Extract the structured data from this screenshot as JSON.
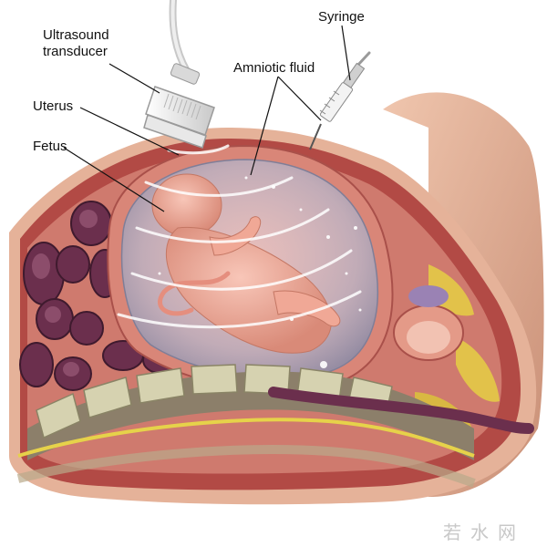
{
  "labels": {
    "ultrasound_transducer_line1": "Ultrasound",
    "ultrasound_transducer_line2": "transducer",
    "uterus": "Uterus",
    "fetus": "Fetus",
    "amniotic_fluid": "Amniotic fluid",
    "syringe": "Syringe"
  },
  "watermark": "若水网",
  "colors": {
    "skin": "#e7b49a",
    "muscle": "#b24a45",
    "uterus_wall": "#d98678",
    "amniotic_sac": "#c9c8d8",
    "fetus": "#efa390",
    "intestine": "#6b2f4d",
    "spine_bone": "#d6d2b0",
    "spinal_cord": "#e6d24a",
    "fat": "#e2c24a"
  },
  "icons": [
    "ultrasound-transducer-icon",
    "syringe-icon"
  ]
}
